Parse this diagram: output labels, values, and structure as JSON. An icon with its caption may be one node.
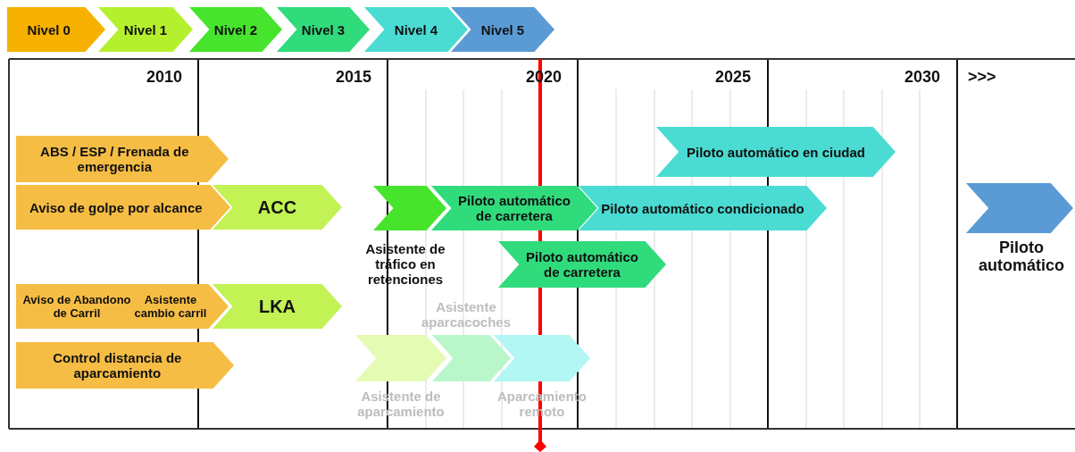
{
  "diagram": {
    "nodes": [
      {
        "text": [
          "Nivel 0"
        ]
      },
      {
        "text": [
          "Nivel 1"
        ]
      },
      {
        "text": [
          "Nivel 2"
        ]
      },
      {
        "text": [
          "Nivel 3"
        ]
      },
      {
        "text": [
          "Nivel 4"
        ]
      },
      {
        "text": [
          "Nivel 5"
        ]
      },
      {
        "text": [
          "ABS / ESP / Frenada de emergencia"
        ]
      },
      {
        "text": [
          "Piloto automático en ciudad"
        ]
      },
      {
        "text": [
          "Aviso de golpe por alcance"
        ]
      },
      {
        "text": [
          "ACC"
        ]
      },
      {
        "text": [
          "Asistente de tráfico en retenciones"
        ]
      },
      {
        "text": [
          "Piloto automático de carretera"
        ]
      },
      {
        "text": [
          "Piloto automático condicionado"
        ]
      },
      {
        "text": [
          "Piloto automático"
        ]
      },
      {
        "text": [
          "Piloto automático de carretera"
        ]
      },
      {
        "text": [
          "Aviso de Abandono de Carril",
          "Asistente cambio carril"
        ]
      },
      {
        "text": [
          "LKA"
        ]
      },
      {
        "text": [
          "Control distancia de aparcamiento"
        ]
      },
      {
        "text": [
          "Asistente de aparcamiento"
        ]
      },
      {
        "text": [
          "Asistente aparcacoches"
        ]
      },
      {
        "text": [
          "Aparcamiento remoto"
        ]
      }
    ],
    "edges": [],
    "labels": [
      "2010",
      "2015",
      "2020",
      "2025",
      "2030",
      ">>>"
    ]
  }
}
